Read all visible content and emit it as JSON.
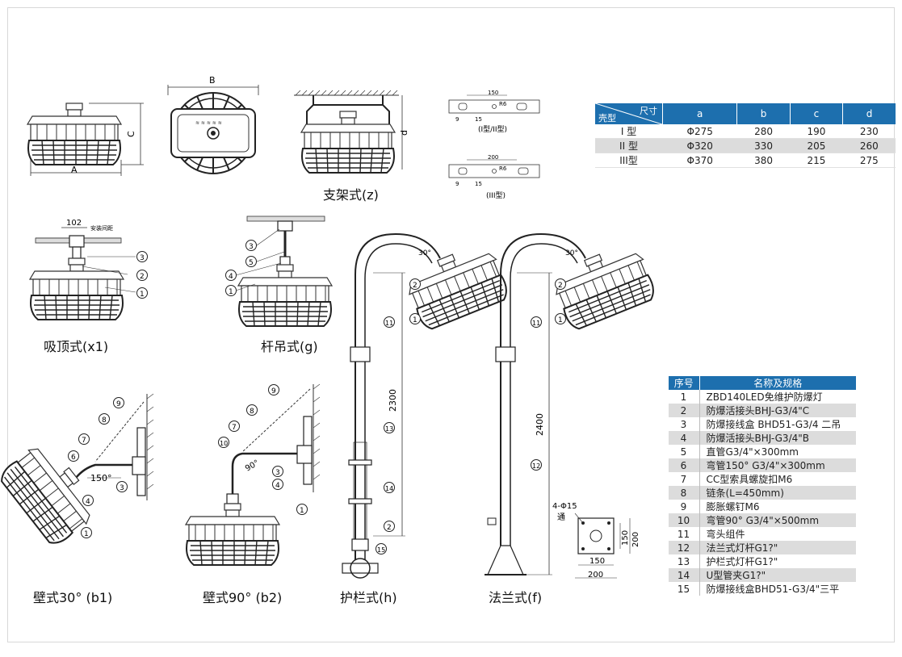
{
  "captions": {
    "bracket": "支架式(z)",
    "ceiling": "吸顶式(x1)",
    "rod": "杆吊式(g)",
    "wall30": "壁式30° (b1)",
    "wall90": "壁式90° (b2)",
    "guardrail": "护栏式(h)",
    "flange": "法兰式(f)"
  },
  "drawing_labels": {
    "dim_a": "A",
    "dim_b": "B",
    "dim_c": "C",
    "dim_d": "d",
    "mount_150": "150",
    "mount_200": "200",
    "mount_r6": "R6",
    "mount_9": "9",
    "mount_15": "15",
    "type_1_2": "(I型/II型)",
    "type_3": "(III型)",
    "spacing_102": "102",
    "spacing_text": "安装间距",
    "angle_30": "30°",
    "angle_150": "150°",
    "angle_90": "90°",
    "height_2300": "2300",
    "height_2400": "2400",
    "flange_holes": "4-Φ15",
    "flange_through": "通",
    "flange_150": "150",
    "flange_200": "200"
  },
  "size_table": {
    "corner_top": "尺寸",
    "corner_bottom": "壳型",
    "columns": [
      "a",
      "b",
      "c",
      "d"
    ],
    "rows": [
      {
        "type": "I 型",
        "a": "Φ275",
        "b": "280",
        "c": "190",
        "d": "230"
      },
      {
        "type": "II 型",
        "a": "Φ320",
        "b": "330",
        "c": "205",
        "d": "260"
      },
      {
        "type": "III型",
        "a": "Φ370",
        "b": "380",
        "c": "215",
        "d": "275"
      }
    ]
  },
  "parts_table": {
    "header_no": "序号",
    "header_name": "名称及规格",
    "rows": [
      {
        "no": "1",
        "name": "ZBD140LED免维护防爆灯"
      },
      {
        "no": "2",
        "name": "防爆活接头BHJ-G3/4\"C"
      },
      {
        "no": "3",
        "name": "防爆接线盒 BHD51-G3/4 二吊"
      },
      {
        "no": "4",
        "name": "防爆活接头BHJ-G3/4\"B"
      },
      {
        "no": "5",
        "name": "直管G3/4\"×300mm"
      },
      {
        "no": "6",
        "name": "弯管150° G3/4\"×300mm"
      },
      {
        "no": "7",
        "name": "CC型索具螺旋扣M6"
      },
      {
        "no": "8",
        "name": "链条(L=450mm)"
      },
      {
        "no": "9",
        "name": "膨胀螺钉M6"
      },
      {
        "no": "10",
        "name": "弯管90° G3/4\"×500mm"
      },
      {
        "no": "11",
        "name": "弯头组件"
      },
      {
        "no": "12",
        "name": "法兰式灯杆G1?\""
      },
      {
        "no": "13",
        "name": "护栏式灯杆G1?\""
      },
      {
        "no": "14",
        "name": "U型管夹G1?\""
      },
      {
        "no": "15",
        "name": "防爆接线盒BHD51-G3/4\"三平"
      }
    ]
  }
}
